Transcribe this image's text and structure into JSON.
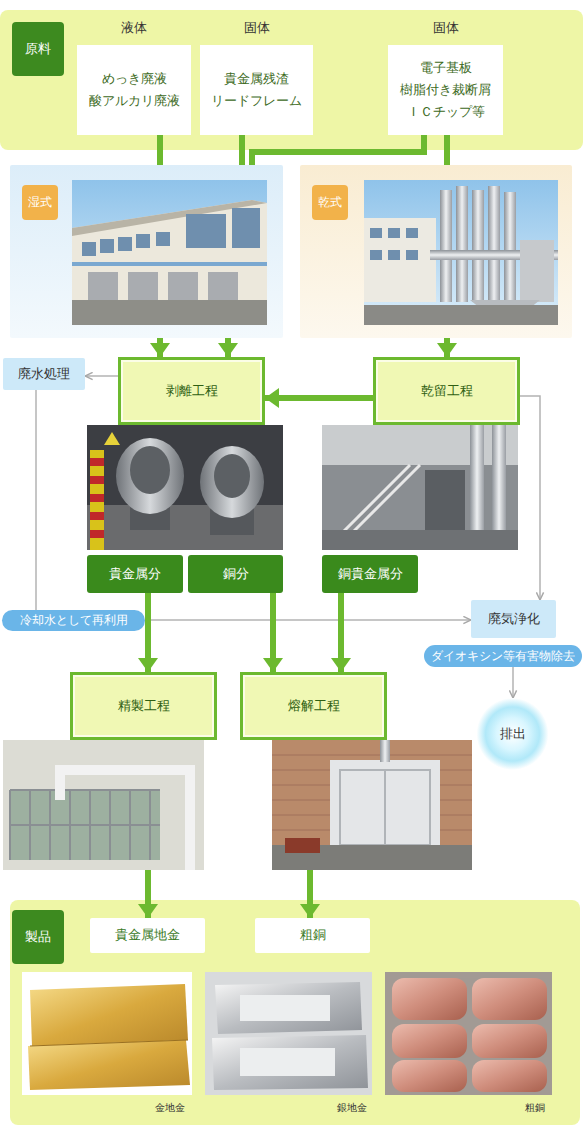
{
  "diagram": {
    "nodes": [
      {
        "text": [
          "原料"
        ]
      },
      {
        "text": [
          "液体",
          "めっき廃液 酸アルカリ廃液"
        ],
        "in": 0
      },
      {
        "text": [
          "固体",
          "貴金属残渣 リードフレーム"
        ],
        "in": 0
      },
      {
        "text": [
          "固体",
          "電子基板 樹脂付き裁断屑 ＩＣチップ等"
        ],
        "in": 0
      },
      {
        "text": [
          "湿式"
        ]
      },
      {
        "text": [
          "乾式"
        ]
      },
      {
        "text": [
          "廃水処理"
        ]
      },
      {
        "text": [
          "剥離工程"
        ]
      },
      {
        "text": [
          "乾留工程"
        ]
      },
      {
        "text": [
          "貴金属分"
        ]
      },
      {
        "text": [
          "銅分"
        ]
      },
      {
        "text": [
          "銅貴金属分"
        ]
      },
      {
        "text": [
          "廃気浄化"
        ]
      },
      {
        "text": [
          "冷却水として再利用"
        ]
      },
      {
        "text": [
          "ダイオキシン等有害物除去"
        ]
      },
      {
        "text": [
          "精製工程"
        ]
      },
      {
        "text": [
          "熔解工程"
        ]
      },
      {
        "text": [
          "排出"
        ]
      },
      {
        "text": [
          "製品"
        ]
      },
      {
        "text": [
          "貴金属地金"
        ],
        "in": 18
      },
      {
        "text": [
          "粗銅"
        ],
        "in": 18
      }
    ],
    "edges": [
      {
        "from": 1,
        "to": 4,
        "arrow": "none"
      },
      {
        "from": 2,
        "to": 4,
        "arrow": "none"
      },
      {
        "from": 3,
        "to": 4,
        "arrow": "none"
      },
      {
        "from": 3,
        "to": 5,
        "arrow": "none"
      },
      {
        "from": 4,
        "to": 7,
        "arrow": "to"
      },
      {
        "from": 4,
        "to": 7,
        "arrow": "to"
      },
      {
        "from": 5,
        "to": 8,
        "arrow": "to"
      },
      {
        "from": 8,
        "to": 7,
        "arrow": "to"
      },
      {
        "from": 7,
        "to": 6,
        "arrow": "to"
      },
      {
        "from": 6,
        "to": 13,
        "arrow": "none"
      },
      {
        "from": 13,
        "to": 12,
        "arrow": "to"
      },
      {
        "from": 8,
        "to": 12,
        "arrow": "to"
      },
      {
        "from": 14,
        "to": 17,
        "arrow": "to"
      },
      {
        "from": 9,
        "to": 15,
        "arrow": "to"
      },
      {
        "from": 10,
        "to": 16,
        "arrow": "to"
      },
      {
        "from": 11,
        "to": 16,
        "arrow": "to"
      },
      {
        "from": 15,
        "to": 19,
        "arrow": "to"
      },
      {
        "from": 16,
        "to": 20,
        "arrow": "to"
      }
    ],
    "labels": [
      "金地金",
      "銀地金",
      "粗銅"
    ]
  }
}
